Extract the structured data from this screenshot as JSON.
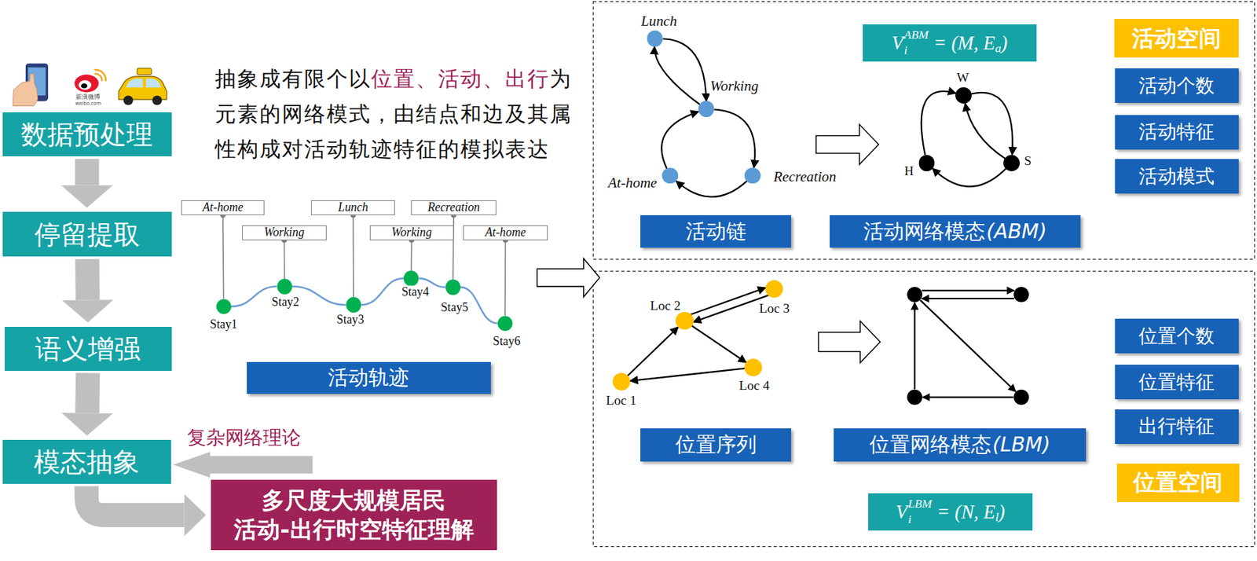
{
  "diagram": {
    "nodes": [
      {
        "text": [
          "数据预处理"
        ]
      },
      {
        "text": [
          "停留提取"
        ]
      },
      {
        "text": [
          "语义增强"
        ]
      },
      {
        "text": [
          "模态抽象"
        ]
      },
      {
        "text": [
          "多尺度大规模居民 活动-出行时空特征理解"
        ]
      },
      {
        "text": [
          "At-home"
        ]
      },
      {
        "text": [
          "Working"
        ]
      },
      {
        "text": [
          "Lunch"
        ]
      },
      {
        "text": [
          "Working"
        ]
      },
      {
        "text": [
          "Recreation"
        ]
      },
      {
        "text": [
          "At-home"
        ]
      },
      {
        "text": [
          "Stay1"
        ]
      },
      {
        "text": [
          "Stay2"
        ]
      },
      {
        "text": [
          "Stay3"
        ]
      },
      {
        "text": [
          "Stay4"
        ]
      },
      {
        "text": [
          "Stay5"
        ]
      },
      {
        "text": [
          "Stay6"
        ]
      },
      {
        "text": [
          "活动轨迹"
        ]
      },
      {
        "text": [
          "Lunch"
        ]
      },
      {
        "text": [
          "Working"
        ]
      },
      {
        "text": [
          "At-home"
        ]
      },
      {
        "text": [
          "Recreation"
        ]
      },
      {
        "text": [
          "活动链"
        ]
      },
      {
        "text": [
          "V",
          "i",
          "ABM",
          "= (M, E",
          "a",
          ")"
        ]
      },
      {
        "text": [
          "W"
        ]
      },
      {
        "text": [
          "S"
        ]
      },
      {
        "text": [
          "H"
        ]
      },
      {
        "text": [
          "活动网络模态",
          "(ABM)"
        ]
      },
      {
        "text": [
          "活动空间"
        ]
      },
      {
        "text": [
          "活动个数"
        ]
      },
      {
        "text": [
          "活动特征"
        ]
      },
      {
        "text": [
          "活动模式"
        ]
      },
      {
        "text": [
          "Loc 2"
        ]
      },
      {
        "text": [
          "Loc 3"
        ]
      },
      {
        "text": [
          "Loc 1"
        ]
      },
      {
        "text": [
          "Loc 4"
        ]
      },
      {
        "text": [
          "位置序列"
        ]
      },
      {
        "text": [
          "位置网络模态",
          "(LBM)"
        ]
      },
      {
        "text": [
          "位置个数"
        ]
      },
      {
        "text": [
          "位置特征"
        ]
      },
      {
        "text": [
          "出行特征"
        ]
      },
      {
        "text": [
          "位置空间"
        ]
      },
      {
        "text": [
          "V",
          "i",
          "LBM",
          "= (N, E",
          "l",
          ")"
        ]
      }
    ],
    "edges": [
      {
        "from": 0,
        "to": 1,
        "arrow": "to"
      },
      {
        "from": 1,
        "to": 2,
        "arrow": "to"
      },
      {
        "from": 2,
        "to": 3,
        "arrow": "to"
      },
      {
        "from": 3,
        "to": 4,
        "arrow": "to"
      },
      {
        "from": 5,
        "to": 11,
        "arrow": "none"
      },
      {
        "from": 6,
        "to": 12,
        "arrow": "none"
      },
      {
        "from": 7,
        "to": 13,
        "arrow": "none"
      },
      {
        "from": 8,
        "to": 14,
        "arrow": "none"
      },
      {
        "from": 9,
        "to": 15,
        "arrow": "none"
      },
      {
        "from": 10,
        "to": 16,
        "arrow": "none"
      },
      {
        "from": 11,
        "to": 12,
        "arrow": "none"
      },
      {
        "from": 12,
        "to": 13,
        "arrow": "none"
      },
      {
        "from": 13,
        "to": 14,
        "arrow": "none"
      },
      {
        "from": 14,
        "to": 15,
        "arrow": "none"
      },
      {
        "from": 15,
        "to": 16,
        "arrow": "none"
      },
      {
        "from": 19,
        "to": 18,
        "arrow": "to"
      },
      {
        "from": 18,
        "to": 19,
        "arrow": "to"
      },
      {
        "from": 19,
        "to": 21,
        "arrow": "to"
      },
      {
        "from": 21,
        "to": 20,
        "arrow": "to"
      },
      {
        "from": 20,
        "to": 19,
        "arrow": "to"
      },
      {
        "from": 26,
        "to": 24,
        "arrow": "to"
      },
      {
        "from": 24,
        "to": 25,
        "arrow": "to"
      },
      {
        "from": 25,
        "to": 24,
        "arrow": "to"
      },
      {
        "from": 25,
        "to": 26,
        "arrow": "to"
      },
      {
        "from": 34,
        "to": 32,
        "arrow": "to"
      },
      {
        "from": 32,
        "to": 33,
        "arrow": "to"
      },
      {
        "from": 33,
        "to": 32,
        "arrow": "to"
      },
      {
        "from": 32,
        "to": 35,
        "arrow": "to"
      },
      {
        "from": 35,
        "to": 34,
        "arrow": "to"
      }
    ],
    "labels": [
      "新浪微博",
      "weibo.com",
      "抽象成有限个以",
      "位置、活动、出行",
      "为元素的网络模式，由结点和边及其属性构成对活动轨迹特征的模拟表达",
      "复杂网络理论"
    ]
  }
}
